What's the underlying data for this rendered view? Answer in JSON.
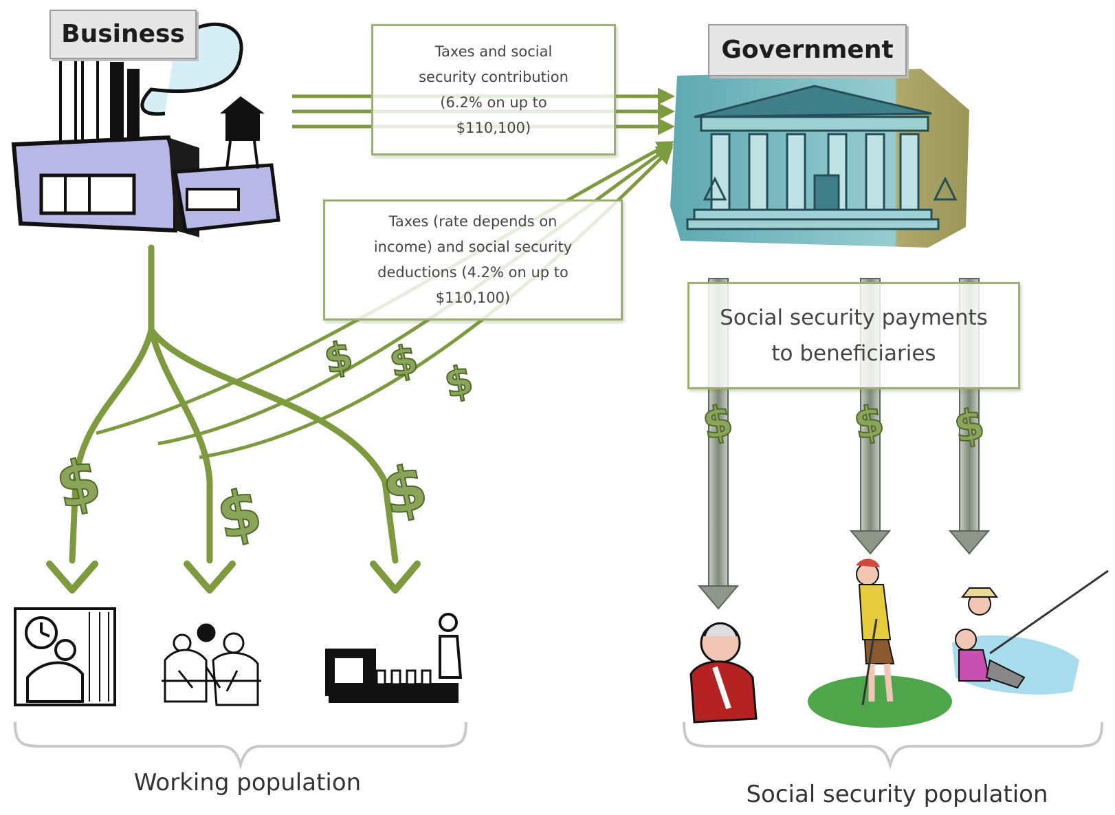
{
  "title_partial": "Social security funding flows",
  "business_label": "Business",
  "government_label": "Government",
  "box_employer_tax": {
    "lines": [
      "Taxes  and social",
      "security contribution",
      "(6.2% on up to",
      "$110,100)"
    ]
  },
  "box_employee_tax": {
    "lines": [
      "Taxes (rate depends on",
      "income) and social security",
      "deductions (4.2% on up to",
      "$110,100)"
    ]
  },
  "box_payments": {
    "lines": [
      "Social security payments",
      "to beneficiaries"
    ]
  },
  "working_population_label": "Working population",
  "ss_population_label": "Social security population",
  "dollar_symbol": "$",
  "colors": {
    "arrow_green": "#7d9a3f",
    "box_border": "#9cae74",
    "dollar_fill": "#8aa55a",
    "gray_arrow": "#8e978a",
    "gov_teal": "#4a9aa4",
    "brace_gray": "#c8c8c8"
  },
  "icons": [
    "factory-icon",
    "government-building-icon",
    "office-worker-icon",
    "meeting-icon",
    "factory-worker-icon",
    "elderly-man-icon",
    "golfer-icon",
    "fishing-retiree-icon"
  ]
}
